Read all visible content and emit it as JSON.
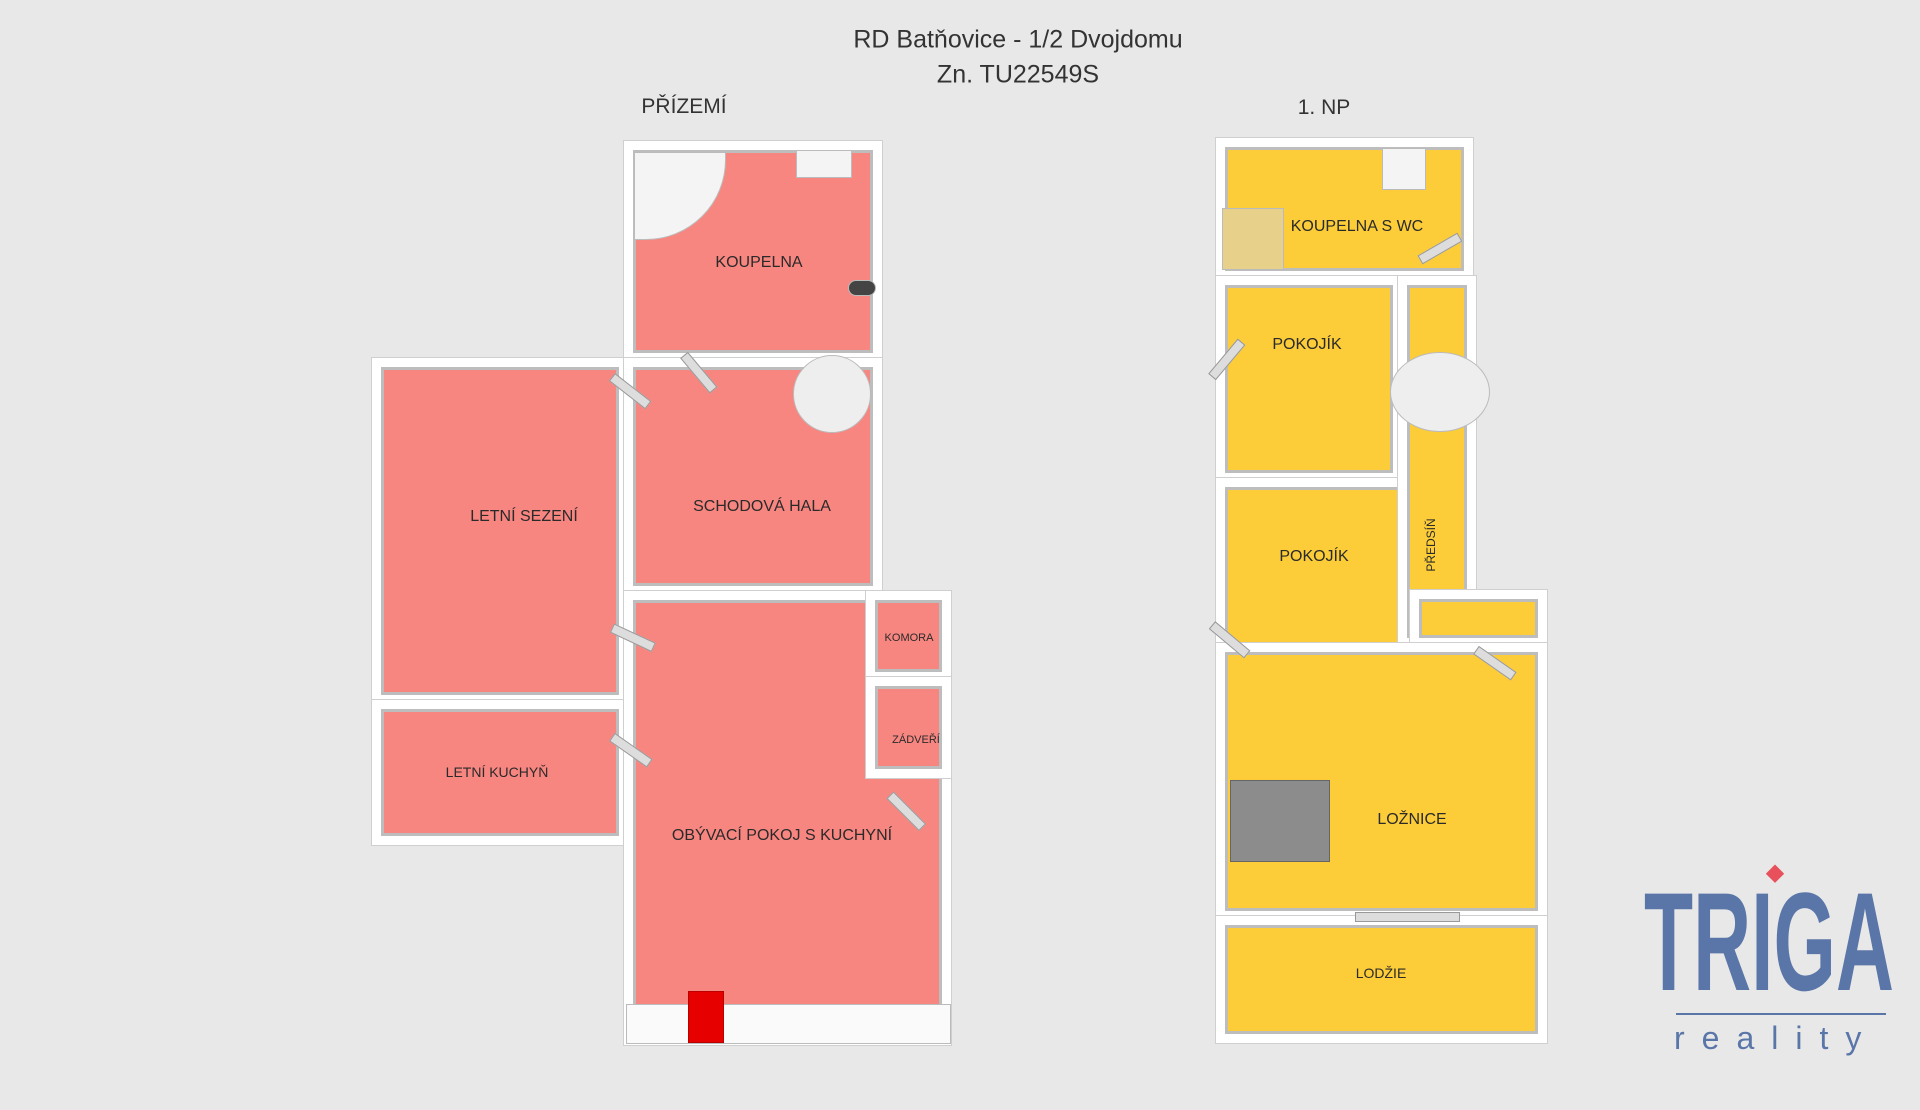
{
  "header": {
    "title": "RD Batňovice - 1/2 Dvojdomu",
    "ref": "Zn. TU22549S"
  },
  "ground_floor": {
    "label": "PŘÍZEMÍ",
    "rooms": [
      "KOUPELNA",
      "LETNÍ SEZENÍ",
      "SCHODOVÁ HALA",
      "LETNÍ KUCHYŇ",
      "OBÝVACÍ POKOJ S KUCHYNÍ",
      "KOMORA",
      "ZÁDVEŘÍ"
    ],
    "color": "#f88680"
  },
  "first_floor": {
    "label": "1. NP",
    "rooms": [
      "KOUPELNA S WC",
      "POKOJÍK",
      "POKOJÍK",
      "PŘEDSÍŇ",
      "LOŽNICE",
      "LODŽIE"
    ],
    "color": "#fccd39"
  },
  "logo": {
    "name": "TRIGA",
    "sub": "reality",
    "color": "#5a76a8",
    "accent": "#e8505b"
  }
}
